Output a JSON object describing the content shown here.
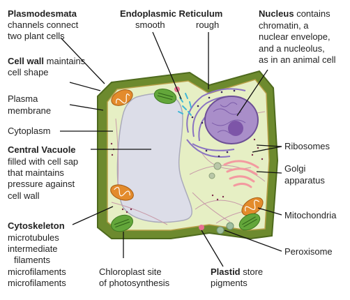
{
  "colors": {
    "cell_wall": "#6d8a2e",
    "cytoplasm": "#e6efc4",
    "vacuole": "#dcdde8",
    "nucleus": "#a98ec9",
    "nucleolus": "#7d55a8",
    "mitochondria": "#e38b2c",
    "chloroplast": "#63a63a",
    "golgi": "#f39aa0",
    "er_rough": "#8a73c2",
    "er_smooth": "#3fb6d7",
    "peroxisome": "#9fbf9f",
    "plastid": "#e86f91"
  },
  "labels": {
    "plasmodesmata": {
      "title": "Plasmodesmata",
      "line1": "channels connect",
      "line2": "two plant cells"
    },
    "cell_wall": {
      "title": "Cell wall",
      "rest": " maintains",
      "line2": "cell shape"
    },
    "plasma_membrane": {
      "line1": "Plasma",
      "line2": "membrane"
    },
    "cytoplasm": {
      "text": "Cytoplasm"
    },
    "central_vacuole": {
      "title": "Central Vacuole",
      "line1": "filled with cell sap",
      "line2": "that maintains",
      "line3": "pressure against",
      "line4": "cell wall"
    },
    "cytoskeleton": {
      "title": "Cytoskeleton",
      "line1": "microtubules",
      "line2": "intermediate",
      "line3": "filaments",
      "line4": "microfilaments",
      "line5": "microfilaments"
    },
    "chloroplast": {
      "line1": "Chloroplast site",
      "line2": "of photosynthesis"
    },
    "er": {
      "title": "Endoplasmic Reticulum",
      "smooth": "smooth",
      "rough": "rough"
    },
    "nucleus": {
      "title": "Nucleus",
      "rest": " contains",
      "line1": "chromatin, a",
      "line2": "nuclear envelope,",
      "line3": "and a nucleolus,",
      "line4": "as in an animal cell"
    },
    "ribosomes": {
      "text": "Ribosomes"
    },
    "golgi": {
      "line1": "Golgi",
      "line2": "apparatus"
    },
    "mitochondria": {
      "text": "Mitochondria"
    },
    "peroxisome": {
      "text": "Peroxisome"
    },
    "plastid": {
      "title": "Plastid",
      "rest": " store",
      "line2": "pigments"
    }
  }
}
